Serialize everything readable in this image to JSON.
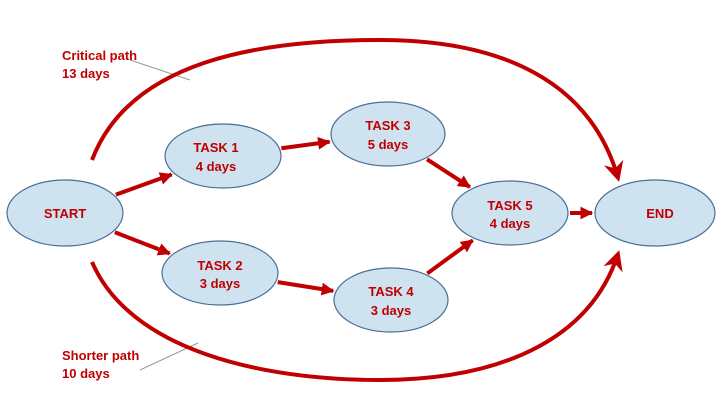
{
  "colors": {
    "node_fill": "#cfe2f0",
    "node_stroke": "#4a6f97",
    "arrow": "#c00000",
    "text": "#c00000",
    "leader": "#999999"
  },
  "nodes": {
    "start": {
      "title": "START",
      "duration": ""
    },
    "task1": {
      "title": "TASK 1",
      "duration": "4 days"
    },
    "task2": {
      "title": "TASK 2",
      "duration": "3 days"
    },
    "task3": {
      "title": "TASK 3",
      "duration": "5 days"
    },
    "task4": {
      "title": "TASK 4",
      "duration": "3 days"
    },
    "task5": {
      "title": "TASK 5",
      "duration": "4 days"
    },
    "end": {
      "title": "END",
      "duration": ""
    }
  },
  "edges": [
    {
      "from": "start",
      "to": "task1"
    },
    {
      "from": "start",
      "to": "task2"
    },
    {
      "from": "task1",
      "to": "task3"
    },
    {
      "from": "task2",
      "to": "task4"
    },
    {
      "from": "task3",
      "to": "task5"
    },
    {
      "from": "task4",
      "to": "task5"
    },
    {
      "from": "task5",
      "to": "end"
    }
  ],
  "annotations": {
    "critical": {
      "title": "Critical path",
      "duration": "13 days"
    },
    "shorter": {
      "title": "Shorter path",
      "duration": "10 days"
    }
  }
}
